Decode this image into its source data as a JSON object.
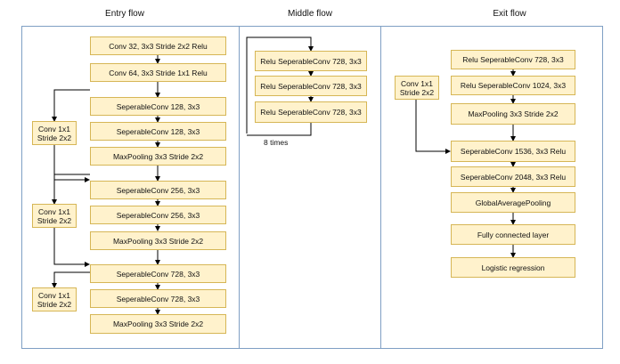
{
  "titles": {
    "entry": "Entry flow",
    "middle": "Middle flow",
    "exit": "Exit flow"
  },
  "entry": {
    "conv1": "Conv 32, 3x3 Stride 2x2 Relu",
    "conv2": "Conv 64, 3x3 Stride 1x1 Relu",
    "sep128a": "SeperableConv 128, 3x3",
    "sep128b": "SeperableConv 128, 3x3",
    "pool1": "MaxPooling 3x3 Stride 2x2",
    "sep256a": "SeperableConv 256, 3x3",
    "sep256b": "SeperableConv 256, 3x3",
    "pool2": "MaxPooling 3x3 Stride 2x2",
    "sep728a": "SeperableConv 728, 3x3",
    "sep728b": "SeperableConv 728, 3x3",
    "pool3": "MaxPooling 3x3 Stride 2x2",
    "skip1": "Conv 1x1\nStride 2x2",
    "skip2": "Conv 1x1\nStride 2x2",
    "skip3": "Conv 1x1\nStride 2x2"
  },
  "middle": {
    "b1": "Relu SeperableConv 728, 3x3",
    "b2": "Relu SeperableConv 728, 3x3",
    "b3": "Relu SeperableConv 728, 3x3",
    "repeat": "8 times"
  },
  "exit": {
    "b1": "Relu SeperableConv 728, 3x3",
    "b2": "Relu SeperableConv 1024, 3x3",
    "b3": "MaxPooling 3x3 Stride 2x2",
    "b4": "SeperableConv 1536, 3x3 Relu",
    "b5": "SeperableConv 2048, 3x3 Relu",
    "b6": "GlobalAveragePooling",
    "b7": "Fully connected layer",
    "b8": "Logistic regression",
    "skip": "Conv 1x1\nStride 2x2"
  },
  "colors": {
    "box_fill": "#fff2cc",
    "box_border": "#d6b656",
    "panel_border": "#7f9fc4",
    "line": "#000000"
  }
}
